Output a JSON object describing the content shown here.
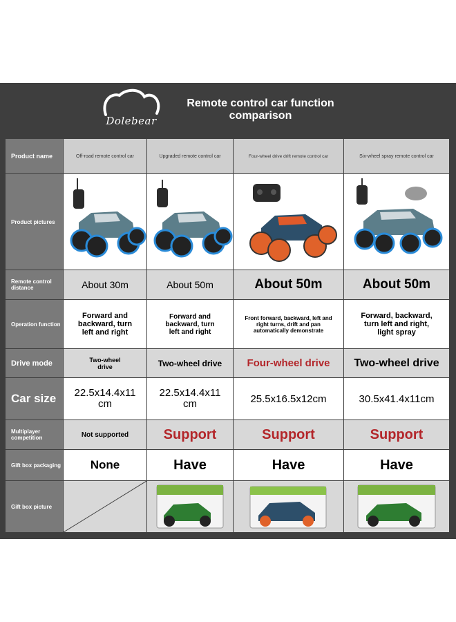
{
  "header": {
    "logo_text": "Dolebear",
    "title": "Remote control car function comparison"
  },
  "colors": {
    "panel_bg": "#3e3e3e",
    "label_bg": "#7a7a7a",
    "header_bg": "#cfcfcf",
    "highlight_red": "#b3262a"
  },
  "table": {
    "row_labels": {
      "product_name": "Product name",
      "product_pictures": "Product pictures",
      "remote_distance": "Remote control distance",
      "operation": "Operation function",
      "drive_mode": "Drive mode",
      "car_size": "Car size",
      "multiplayer": "Multiplayer competition",
      "gift_box": "Gift box packaging",
      "gift_box_picture": "Gift box picture"
    },
    "products": [
      {
        "name": "Off-road remote control car",
        "distance": "About 30m",
        "operation": "Forward and backward, turn left and right",
        "drive": "Two-wheel drive",
        "size": "22.5x14.4x11 cm",
        "multiplayer": "Not supported",
        "giftbox": "None",
        "picture": "off-road-rc-car-picture",
        "box_picture": ""
      },
      {
        "name": "Upgraded remote control car",
        "distance": "About 50m",
        "operation": "Forward and backward, turn left and right",
        "drive": "Two-wheel drive",
        "size": "22.5x14.4x11 cm",
        "multiplayer": "Support",
        "giftbox": "Have",
        "picture": "upgraded-rc-car-picture",
        "box_picture": "green-gift-box-picture"
      },
      {
        "name": "Four-wheel drive drift remote control car",
        "distance": "About 50m",
        "operation": "Front forward, backward, left and right turns, drift and pan automatically demonstrate",
        "drive": "Four-wheel drive",
        "size": "25.5x16.5x12cm",
        "multiplayer": "Support",
        "giftbox": "Have",
        "picture": "drift-rc-car-picture",
        "box_picture": "drift-gift-box-picture"
      },
      {
        "name": "Six-wheel spray remote control car",
        "distance": "About 50m",
        "operation": "Forward, backward, turn left and right, light spray",
        "drive": "Two-wheel drive",
        "size": "30.5x41.4x11cm",
        "multiplayer": "Support",
        "giftbox": "Have",
        "picture": "six-wheel-rc-car-picture",
        "box_picture": "green-gift-box-picture"
      }
    ]
  }
}
